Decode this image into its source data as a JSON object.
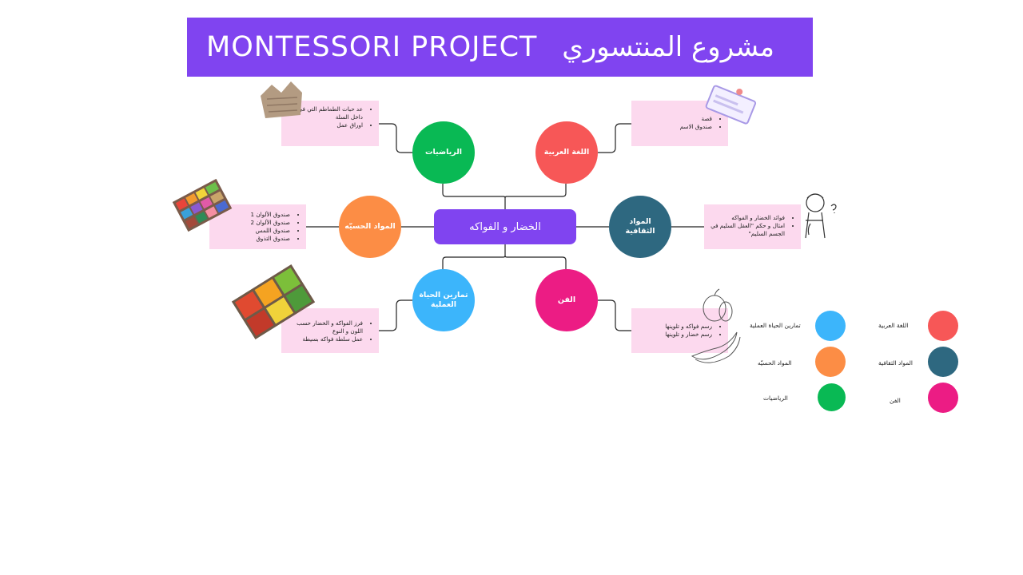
{
  "header": {
    "title_en": "MONTESSORI PROJECT",
    "title_ar": "مشروع المنتسوري"
  },
  "colors": {
    "banner": "#8044f0",
    "center": "#8044f0",
    "note_bg": "#fcd9ee",
    "arabic_language": "#f75757",
    "math": "#09b954",
    "sensorial": "#fc8d45",
    "cultural": "#2e6880",
    "practical_life": "#3cb5fb",
    "art": "#ec1c84"
  },
  "center": {
    "label": "الخضار و الفواكه"
  },
  "nodes": {
    "arabic_language": "اللغة العربية",
    "math": "الرياضيات",
    "sensorial": "المواد الحسيّه",
    "cultural": "المواد الثقافية",
    "practical_life": "تمارين الحياة العملية",
    "art": "الفن"
  },
  "notes": {
    "arabic_language": [
      "قصة",
      "صندوق الاسم"
    ],
    "math": [
      "عد حبات الطماطم التي في داخل السلة",
      "اوراق عمل"
    ],
    "sensorial": [
      "صندوق الألوان 1",
      "صندوق الألوان 2",
      "صندوق اللمس",
      "صندوق التذوق"
    ],
    "cultural": [
      "فوائد الخضار و الفواكه",
      "امثال و حكم \"العقل السليم في الجسم السليم\""
    ],
    "practical_life": [
      "فرز الفواكه و الخضار حسب اللون و النوع",
      "عمل سلطة فواكه بسيطة"
    ],
    "art": [
      "رسم فواكه و تلوينها",
      "رسم خضار و تلوينها"
    ]
  },
  "legend": {
    "arabic_language": "اللغة العربية",
    "practical_life": "تمارين الحياة العملية",
    "cultural": "المواد الثقافية",
    "sensorial": "المواد الحسيّه",
    "art": "الفن",
    "math": "الرياضيات"
  },
  "decorations": [
    "basket-image",
    "name-card-image",
    "color-box-image",
    "thinking-boy-image",
    "fruit-crates-image",
    "fruit-sketch-image"
  ]
}
